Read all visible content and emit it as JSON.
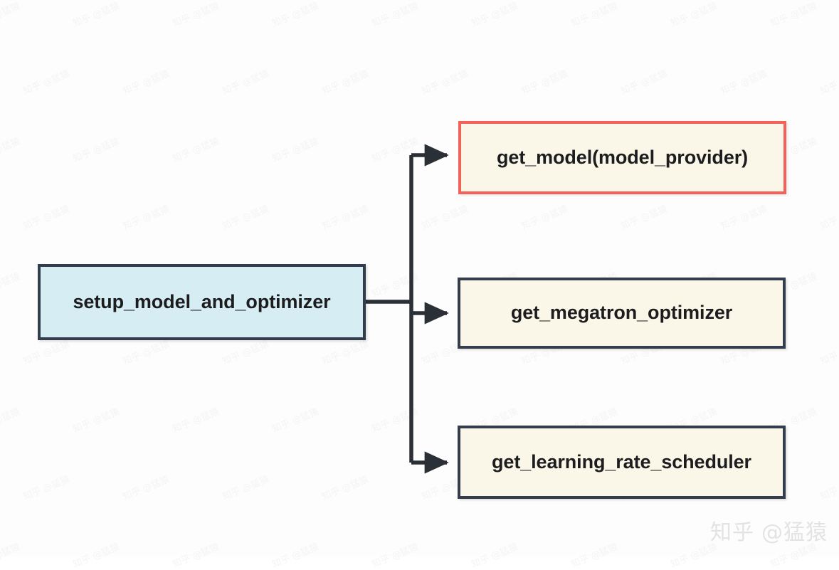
{
  "diagram": {
    "type": "flowchart",
    "orientation": "left-to-right",
    "background_color": "#fdfdfd",
    "root": {
      "id": "setup-model-and-optimizer",
      "label": "setup_model_and_optimizer",
      "fill_color": "#d6eef3",
      "border_color": "#333d4d"
    },
    "children": [
      {
        "id": "get-model",
        "label": "get_model(model_provider)",
        "fill_color": "#faf7e8",
        "border_color": "#f4605a",
        "highlighted": true
      },
      {
        "id": "get-megatron-optimizer",
        "label": "get_megatron_optimizer",
        "fill_color": "#faf7e8",
        "border_color": "#333d4d",
        "highlighted": false
      },
      {
        "id": "get-learning-rate-scheduler",
        "label": "get_learning_rate_scheduler",
        "fill_color": "#faf7e8",
        "border_color": "#333d4d",
        "highlighted": false
      }
    ],
    "edges": [
      {
        "from": "setup-model-and-optimizer",
        "to": "get-model",
        "style": "orthogonal-arrow"
      },
      {
        "from": "setup-model-and-optimizer",
        "to": "get-megatron-optimizer",
        "style": "orthogonal-arrow"
      },
      {
        "from": "setup-model-and-optimizer",
        "to": "get-learning-rate-scheduler",
        "style": "orthogonal-arrow"
      }
    ],
    "edge_color": "#2b2f36"
  },
  "watermark": {
    "brand": "知乎",
    "handle": "@猛猿",
    "color": "#e3e3e4",
    "background_tile_text": "知乎 @猛猿"
  }
}
